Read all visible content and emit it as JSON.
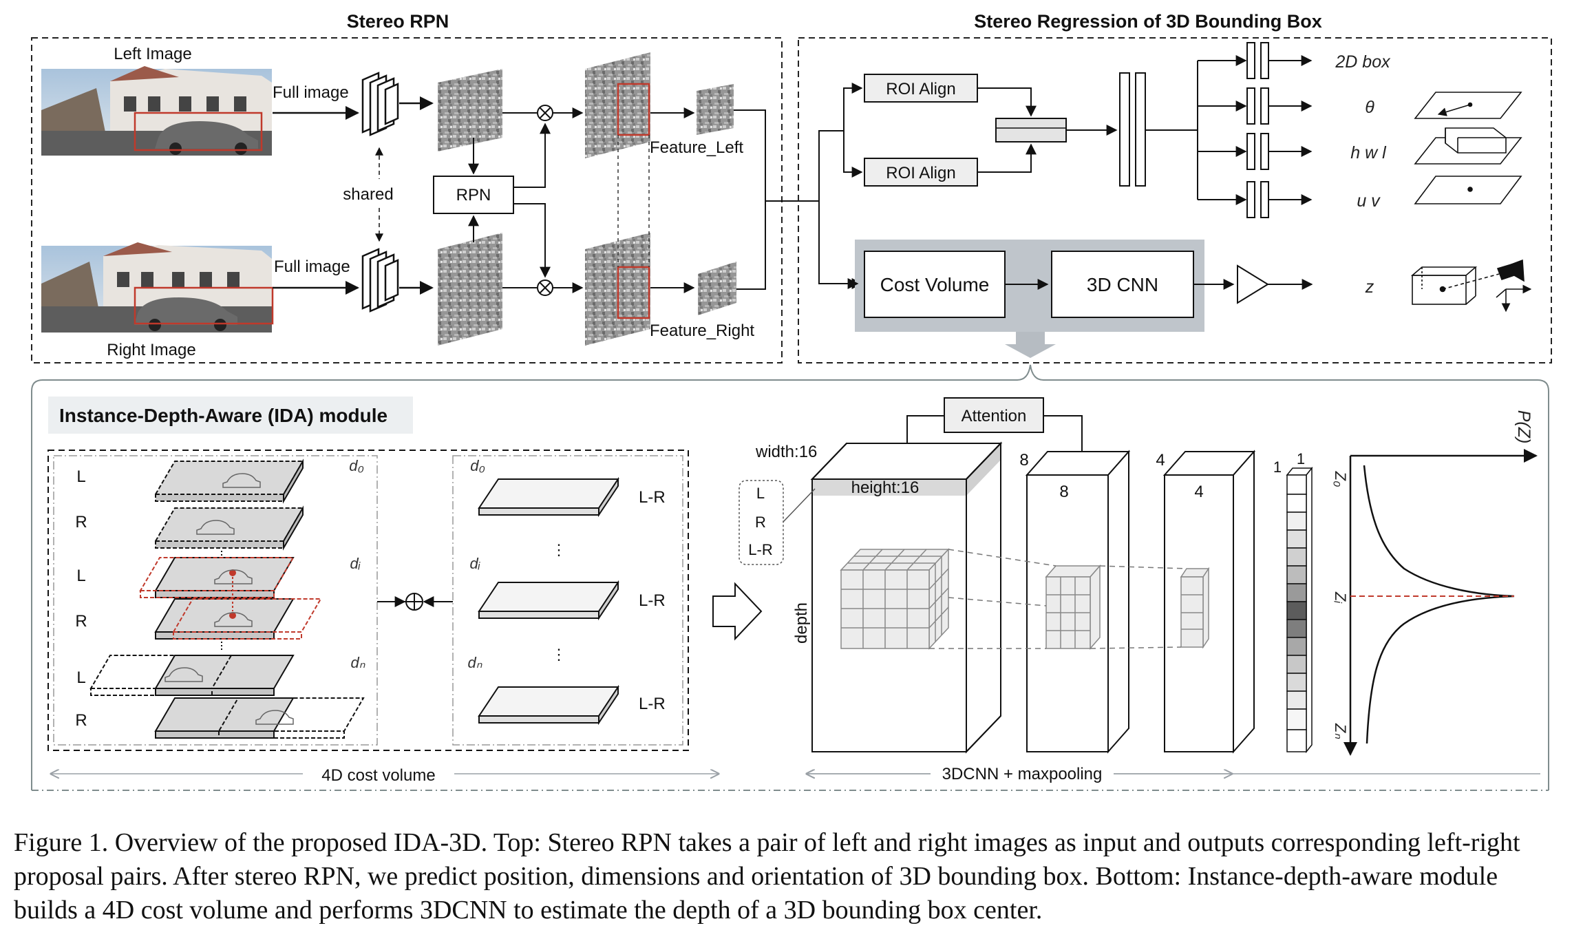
{
  "top": {
    "stereo_rpn_title": "Stereo RPN",
    "regression_title": "Stereo Regression of 3D Bounding Box",
    "left_image_label": "Left Image",
    "right_image_label": "Right Image",
    "full_image_top": "Full image",
    "full_image_bottom": "Full image",
    "shared_label": "shared",
    "rpn_label": "RPN",
    "feature_left": "Feature_Left",
    "feature_right": "Feature_Right",
    "roi_align_top": "ROI Align",
    "roi_align_bottom": "ROI Align",
    "cost_volume": "Cost Volume",
    "cnn3d": "3D CNN",
    "outputs": [
      "2D box",
      "θ",
      "h w l",
      "u v",
      "z"
    ]
  },
  "ida": {
    "title": "Instance-Depth-Aware (IDA) module",
    "rows_left": [
      "L",
      "R",
      "L",
      "R",
      "L",
      "R"
    ],
    "d_labels_left": [
      "d₀",
      "dᵢ",
      "dₙ"
    ],
    "d_labels_right": [
      "d₀",
      "dᵢ",
      "dₙ"
    ],
    "lr_labels": [
      "L-R",
      "L-R",
      "L-R"
    ],
    "cost_volume_4d": "4D cost volume",
    "attention": "Attention",
    "width": "width:16",
    "height": "height:16",
    "depth": "depth",
    "channels": [
      "L",
      "R",
      "L-R"
    ],
    "num_8_top": "8",
    "num_8_front": "8",
    "num_4_top": "4",
    "num_4_front": "4",
    "num_1_a": "1",
    "num_1_b": "1",
    "cnn_label": "3DCNN + maxpooling",
    "pz_label": "P(Z)",
    "z_labels": [
      "Z₀",
      "Zᵢ",
      "Zₙ"
    ]
  },
  "caption": "Figure 1. Overview of the proposed IDA-3D. Top: Stereo RPN takes a pair of left and right images as input and outputs corresponding left-right proposal pairs. After stereo RPN, we predict position, dimensions and orientation of 3D bounding box. Bottom: Instance-depth-aware module builds a 4D cost volume and performs 3DCNN to estimate the depth of a 3D bounding box center."
}
